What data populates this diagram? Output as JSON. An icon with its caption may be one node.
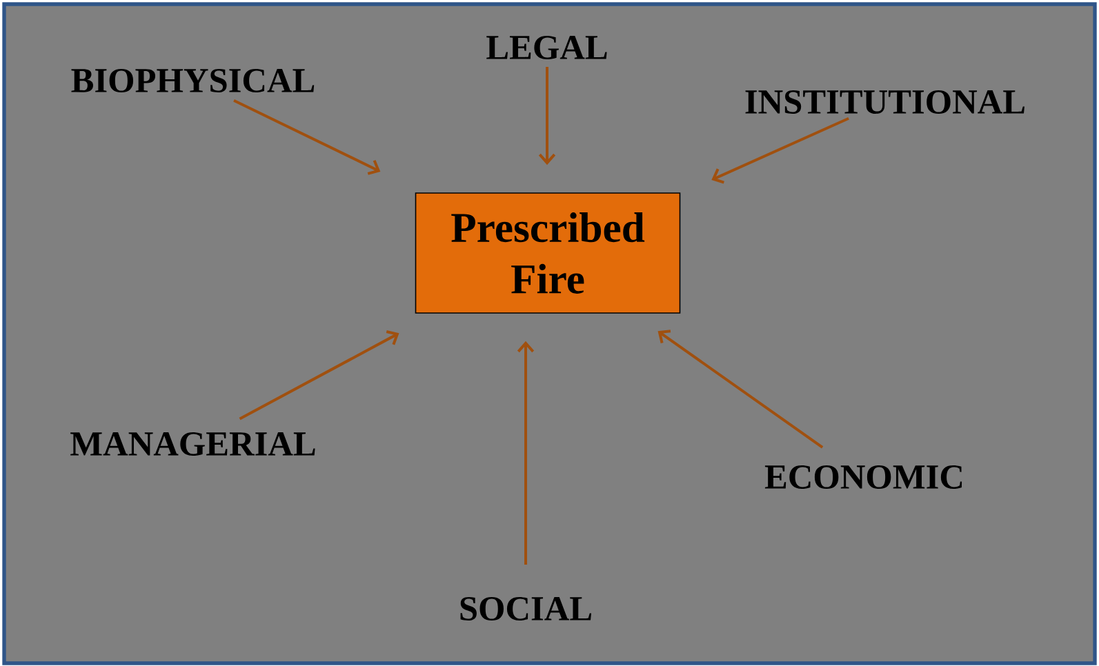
{
  "diagram": {
    "nodes": [
      {
        "text": [
          "BIOPHYSICAL"
        ]
      },
      {
        "text": [
          "LEGAL"
        ]
      },
      {
        "text": [
          "INSTITUTIONAL"
        ]
      },
      {
        "text": [
          "MANAGERIAL"
        ]
      },
      {
        "text": [
          "ECONOMIC"
        ]
      },
      {
        "text": [
          "SOCIAL"
        ]
      },
      {
        "text": [
          "Prescribed Fire"
        ]
      }
    ],
    "edges": [
      {
        "from": 0,
        "to": 6,
        "arrow": "to"
      },
      {
        "from": 1,
        "to": 6,
        "arrow": "to"
      },
      {
        "from": 2,
        "to": 6,
        "arrow": "to"
      },
      {
        "from": 3,
        "to": 6,
        "arrow": "to"
      },
      {
        "from": 4,
        "to": 6,
        "arrow": "to"
      },
      {
        "from": 5,
        "to": 6,
        "arrow": "to"
      }
    ]
  }
}
